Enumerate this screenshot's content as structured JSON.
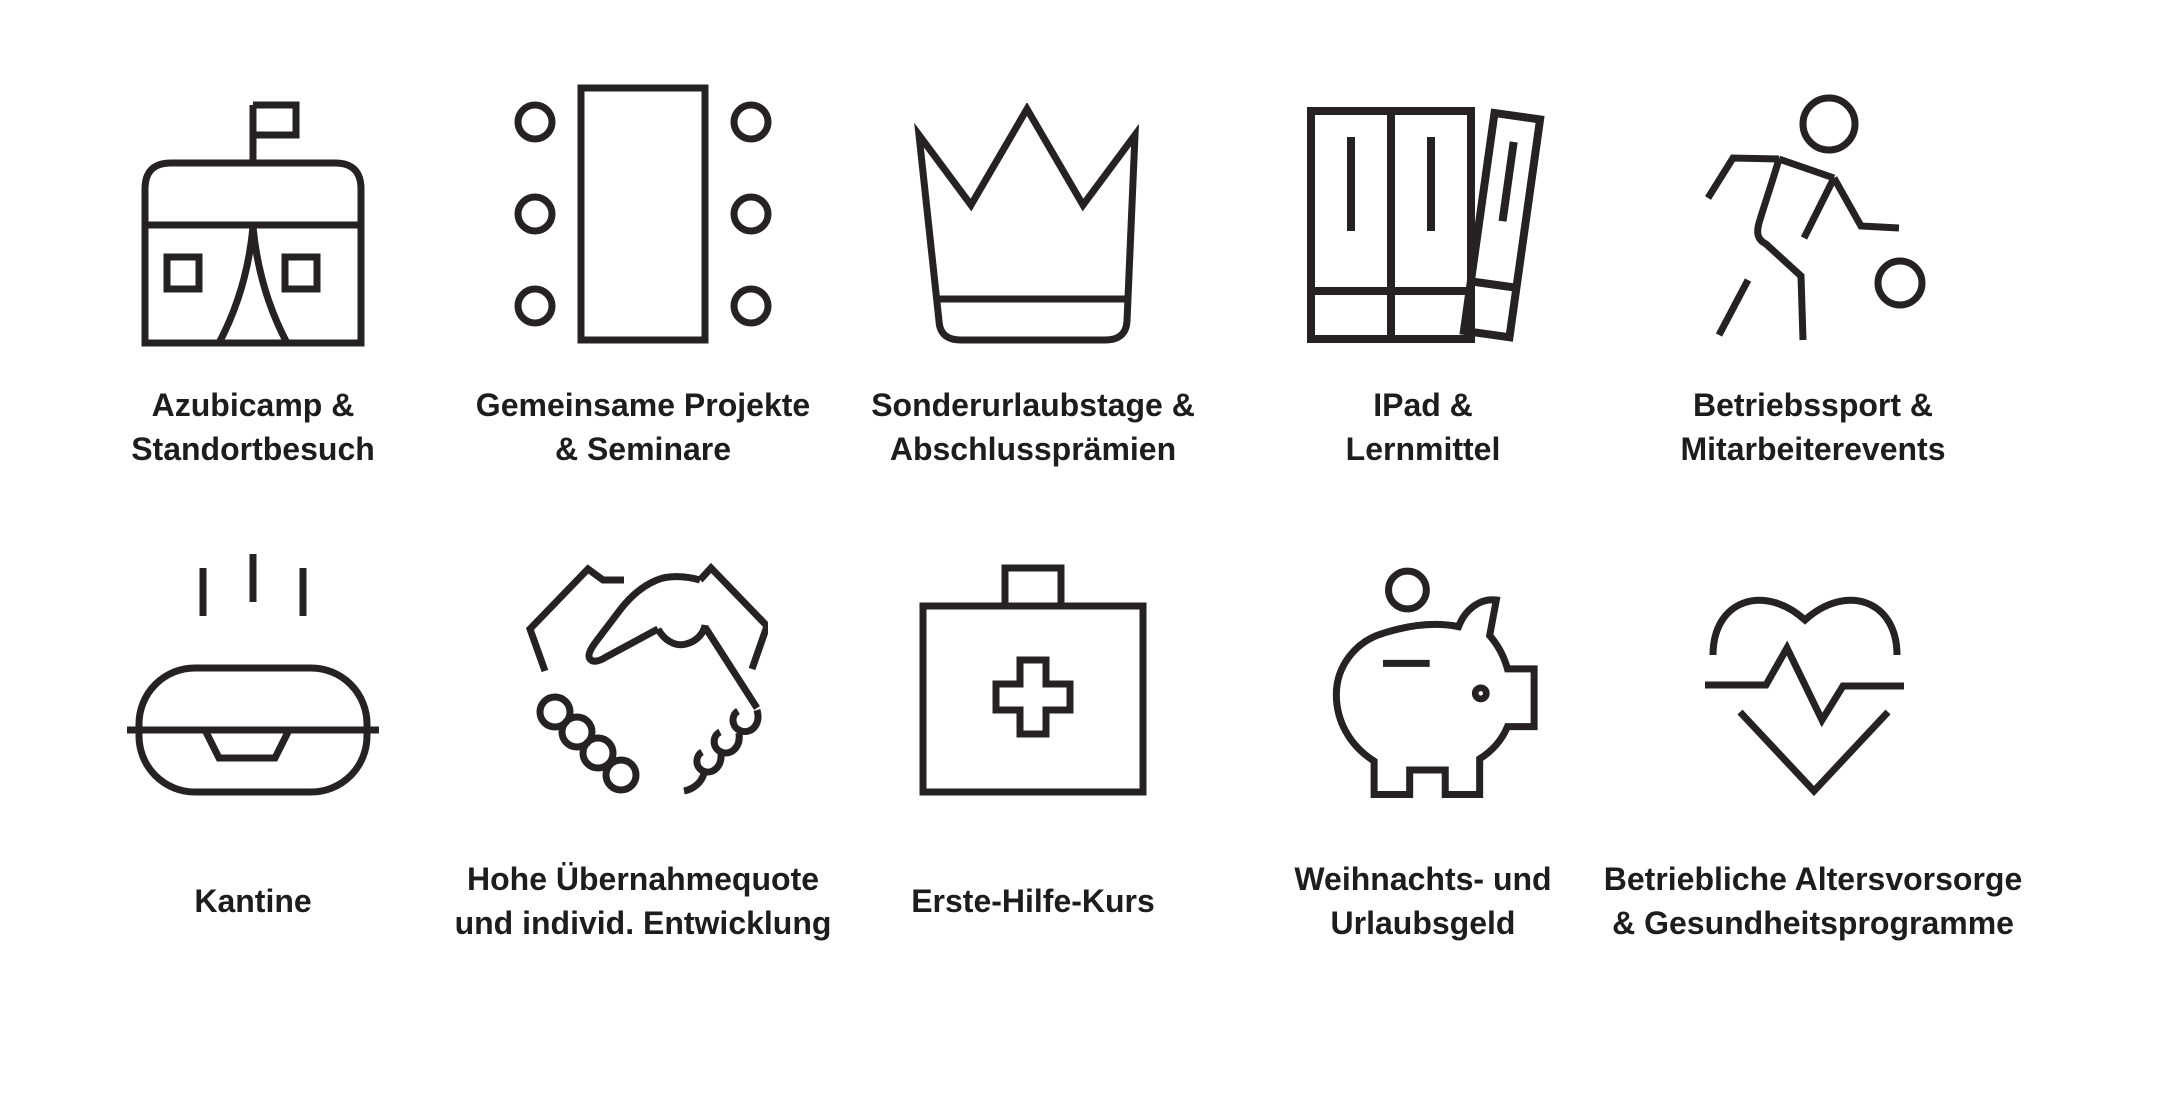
{
  "page": {
    "background_color": "#ffffff",
    "icon_stroke_color": "#262122",
    "text_color": "#1d1d1b"
  },
  "benefits": {
    "items": [
      {
        "id": "azubicamp",
        "icon": "tent-flag-icon",
        "line1": "Azubicamp &",
        "line2": "Standortbesuch"
      },
      {
        "id": "projekte",
        "icon": "meeting-table-icon",
        "line1": "Gemeinsame Projekte",
        "line2": "& Seminare"
      },
      {
        "id": "sonderurlaub",
        "icon": "crown-icon",
        "line1": "Sonderurlaubstage &",
        "line2": "Abschlussprämien"
      },
      {
        "id": "ipad",
        "icon": "books-icon",
        "line1": "IPad &",
        "line2": "Lernmittel"
      },
      {
        "id": "betriebssport",
        "icon": "person-ball-icon",
        "line1": "Betriebssport &",
        "line2": "Mitarbeiterevents"
      },
      {
        "id": "kantine",
        "icon": "lunchbox-icon",
        "line1": "Kantine",
        "line2": ""
      },
      {
        "id": "uebernahme",
        "icon": "handshake-icon",
        "line1": "Hohe Übernahmequote",
        "line2": "und individ. Entwicklung"
      },
      {
        "id": "erstehilfe",
        "icon": "first-aid-case-icon",
        "line1": "Erste-Hilfe-Kurs",
        "line2": ""
      },
      {
        "id": "sondergeld",
        "icon": "piggy-bank-icon",
        "line1": "Weihnachts- und",
        "line2": "Urlaubsgeld"
      },
      {
        "id": "altersvorsorge",
        "icon": "heart-pulse-icon",
        "line1": "Betriebliche Altersvorsorge",
        "line2": "& Gesundheitsprogramme"
      }
    ]
  }
}
